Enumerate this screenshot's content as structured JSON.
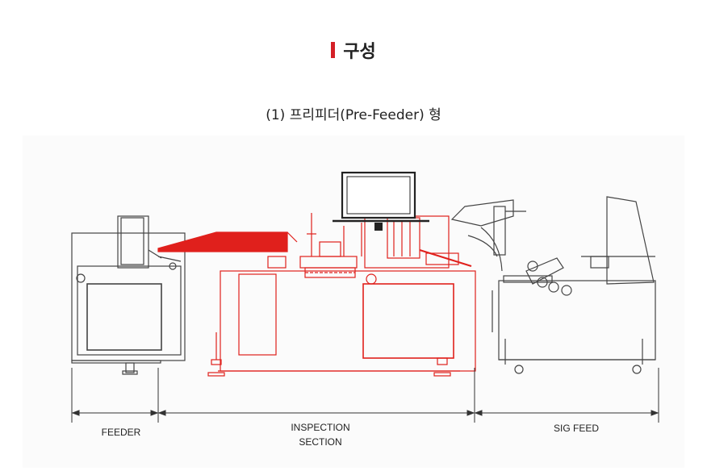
{
  "header": {
    "title": "구성",
    "accent_color": "#d42027"
  },
  "subtitle": "(1) 프리피더(Pre-Feeder) 형",
  "diagram": {
    "highlight_color": "#e0201c",
    "line_color": "#333333",
    "sections": [
      {
        "label_lines": [
          "FEEDER"
        ]
      },
      {
        "label_lines": [
          "INSPECTION",
          "SECTION"
        ]
      },
      {
        "label_lines": [
          "SIG FEED"
        ]
      }
    ]
  }
}
